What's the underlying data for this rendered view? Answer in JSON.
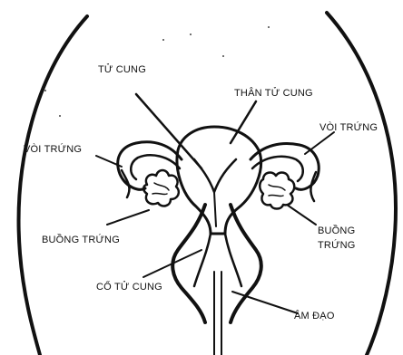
{
  "labels": {
    "uterus": "TỬ CUNG",
    "uterine_body": "THÂN TỬ CUNG",
    "tube_right": "VÒI TRỨNG",
    "tube_left": "VÒI TRỨNG",
    "ovary_left": "BUỒNG TRỨNG",
    "ovary_right_line1": "BUỒNG",
    "ovary_right_line2": "TRỨNG",
    "cervix": "CỔ TỬ CUNG",
    "vagina": "ÂM ĐẠO"
  },
  "colors": {
    "ink": "#111111",
    "background": "#ffffff"
  }
}
